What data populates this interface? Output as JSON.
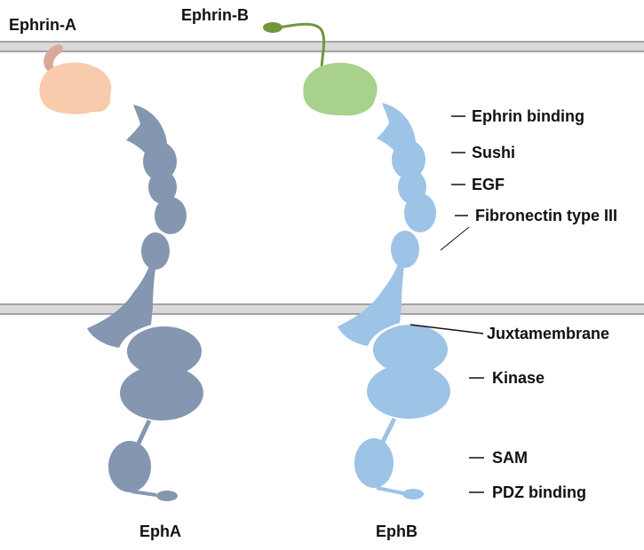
{
  "ligands": {
    "ephrin_a": "Ephrin-A",
    "ephrin_b": "Ephrin-B"
  },
  "receptors": {
    "eph_a": "EphA",
    "eph_b": "EphB"
  },
  "domains": {
    "ephrin_binding": "Ephrin binding",
    "sushi": "Sushi",
    "egf": "EGF",
    "fibronectin": "Fibronectin type III",
    "juxtamembrane": "Juxtamembrane",
    "kinase": "Kinase",
    "sam": "SAM",
    "pdz": "PDZ binding"
  },
  "colors": {
    "membrane_fill": "#d9d9d9",
    "membrane_edge": "#8c8c8c",
    "eph_a": "#8496b0",
    "eph_b": "#9dc3e6",
    "ephrin_a": "#f8cbad",
    "ephrin_a_anchor": "#d9a89a",
    "ephrin_b": "#a9d18e",
    "ephrin_b_anchor": "#70973a",
    "label": "#111111"
  }
}
